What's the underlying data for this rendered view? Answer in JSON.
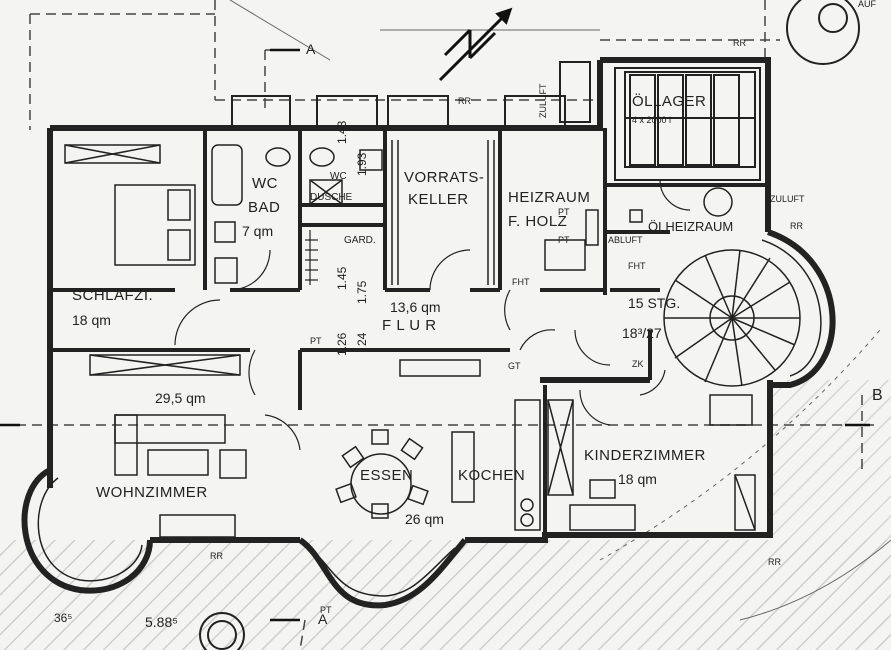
{
  "rooms": {
    "schlafzimmer": {
      "name": "SCHLAFZI.",
      "area": "18 qm"
    },
    "wc_bad": {
      "line1": "WC",
      "line2": "BAD",
      "area": "7 qm"
    },
    "wc_dusche": {
      "line1": "WC",
      "line2": "DUSCHE"
    },
    "garderobe": {
      "name": "GARD."
    },
    "vorratskeller": {
      "line1": "VORRATS-",
      "line2": "KELLER"
    },
    "heizraum": {
      "line1": "HEIZRAUM",
      "line2": "F. HOLZ"
    },
    "oellager": {
      "name": "ÖLLAGER",
      "tanks": "4 x 2000 l"
    },
    "oelheizraum": {
      "name": "ÖLHEIZRAUM"
    },
    "flur": {
      "area": "13,6 qm",
      "name": "F L U R"
    },
    "treppe": {
      "steps": "15 STG.",
      "ratio": "18³/27"
    },
    "wohnzimmer": {
      "name": "WOHNZIMMER",
      "area": "29,5 qm"
    },
    "essen_kochen": {
      "name1": "ESSEN",
      "name2": "KOCHEN",
      "area": "26 qm"
    },
    "kinderzimmer": {
      "name": "KINDERZIMMER",
      "area": "18 qm"
    }
  },
  "labels": {
    "pt": "PT",
    "fht": "FHT",
    "abluft": "ABLUFT",
    "zuluft": "ZULUFT",
    "rr": "RR",
    "gt": "GT",
    "zk": "ZK",
    "au": "AUF",
    "section_a": "A",
    "section_b": "B"
  },
  "dimensions": {
    "d1": "1.26",
    "d2": "1.45",
    "d3": "1.93",
    "d4": "1.43",
    "d5": "1.75",
    "d6": "24",
    "d7": "36⁵",
    "d8": "5.88⁵"
  }
}
